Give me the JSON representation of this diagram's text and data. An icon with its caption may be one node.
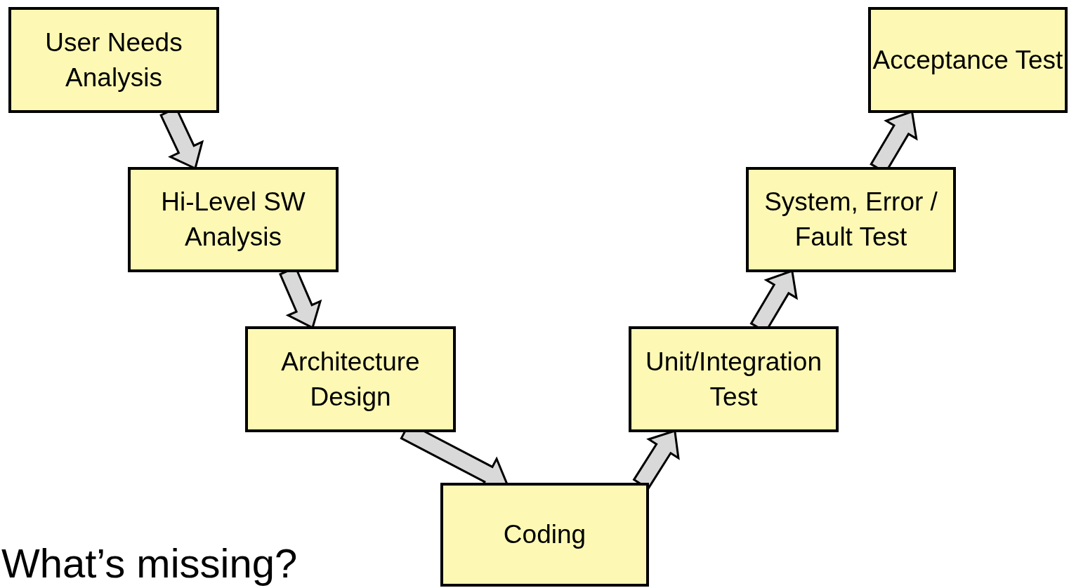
{
  "diagram": {
    "nodes": [
      {
        "text": [
          "User Needs Analysis"
        ]
      },
      {
        "text": [
          "Hi-Level SW Analysis"
        ]
      },
      {
        "text": [
          "Architecture Design"
        ]
      },
      {
        "text": [
          "Coding"
        ]
      },
      {
        "text": [
          "Unit/Integration Test"
        ]
      },
      {
        "text": [
          "System, Error / Fault Test"
        ]
      },
      {
        "text": [
          "Acceptance Test"
        ]
      }
    ],
    "edges": [
      {
        "from": 0,
        "to": 1,
        "arrow": "to"
      },
      {
        "from": 1,
        "to": 2,
        "arrow": "to"
      },
      {
        "from": 2,
        "to": 3,
        "arrow": "to"
      },
      {
        "from": 3,
        "to": 4,
        "arrow": "to"
      },
      {
        "from": 4,
        "to": 5,
        "arrow": "to"
      },
      {
        "from": 5,
        "to": 6,
        "arrow": "to"
      }
    ],
    "labels": [
      "What’s missing?"
    ]
  }
}
